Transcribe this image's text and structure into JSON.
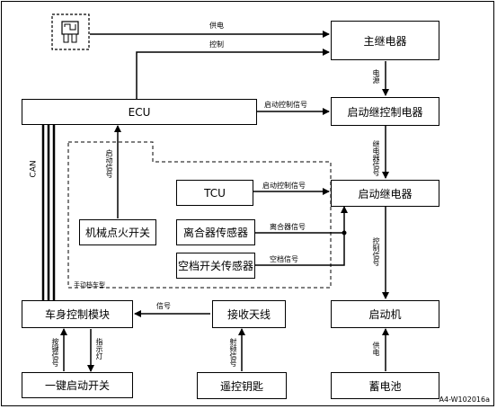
{
  "nodes": {
    "ecu": "ECU",
    "main_relay": "主继电器",
    "start_relay_controller": "启动继控制电器",
    "start_relay": "启动继电器",
    "tcu": "TCU",
    "clutch_sensor": "离合器传感器",
    "neutral_sensor": "空档开关传感器",
    "mech_ignition": "机械点火开关",
    "bcm": "车身控制模块",
    "antenna": "接收天线",
    "starter": "启动机",
    "one_key_start": "一键启动开关",
    "remote_key": "遥控钥匙",
    "battery": "蓄电池"
  },
  "edges": {
    "supply": "供电",
    "control": "控制",
    "power": "电源",
    "start_ctrl_signal_1": "启动控制信号",
    "relay_ctrl_signal": "继电器信号",
    "start_ctrl_signal_2": "启动控制信号",
    "clutch_signal": "离合器信号",
    "neutral_signal": "空档信号",
    "start_signal": "启动信号",
    "ctrl_signal": "控制信号",
    "signal": "信号",
    "key_signal": "按键信号",
    "indicator": "指示灯",
    "rf_signal": "射频信号",
    "supply_battery": "供电",
    "can": "CAN"
  },
  "region_label": "手动档车型",
  "figure_id": "A4-W102016a"
}
